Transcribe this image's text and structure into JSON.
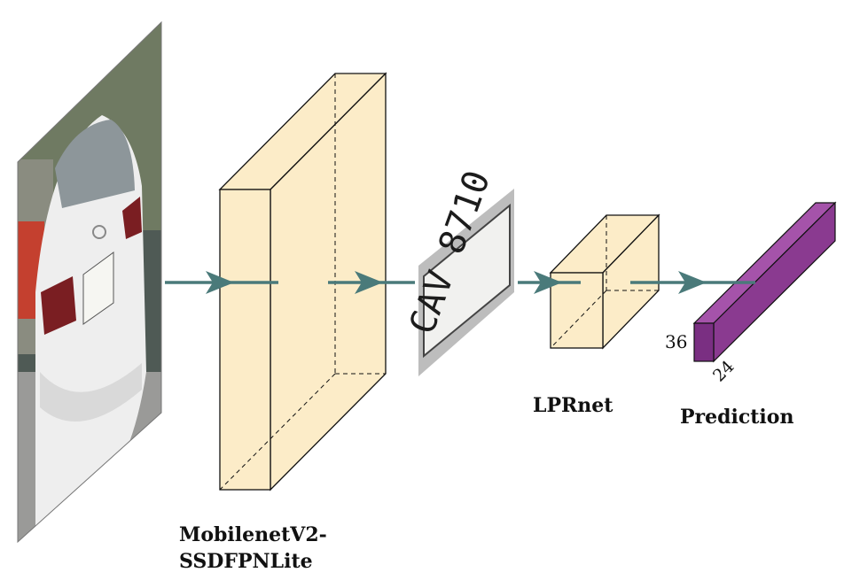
{
  "diagram": {
    "detector": {
      "label_line1": "MobilenetV2-",
      "label_line2": "SSDFPNLite"
    },
    "recognizer": {
      "label": "LPRnet"
    },
    "prediction": {
      "label": "Prediction",
      "dim_height": "36",
      "dim_depth": "24"
    },
    "plate_text": "CAV 8710",
    "colors": {
      "block_fill": "#fcecc8",
      "arrow": "#4a7a7a",
      "prediction_fill": "#8a3a90",
      "edge": "#111111"
    }
  }
}
